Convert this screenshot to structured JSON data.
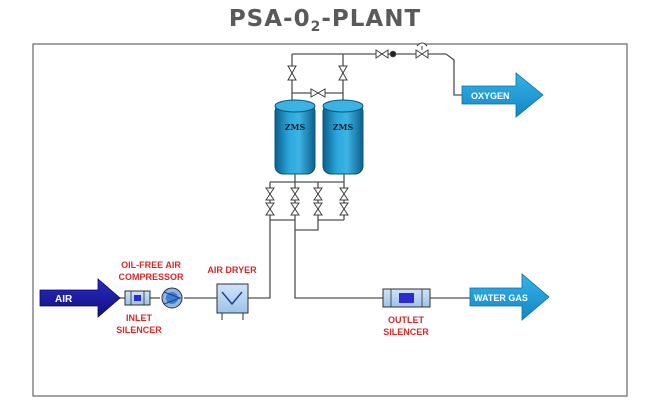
{
  "title": {
    "prefix": "PSA-0",
    "subscript": "2",
    "suffix": "-PLANT"
  },
  "labels": {
    "air": "AIR",
    "oxygen": "OXYGEN",
    "water_gas": "WATER GAS",
    "compressor_line1": "OIL-FREE AIR",
    "compressor_line2": "COMPRESSOR",
    "air_dryer": "AIR DRYER",
    "inlet_line1": "INLET",
    "inlet_line2": "SILENCER",
    "outlet_line1": "OUTLET",
    "outlet_line2": "SILENCER",
    "tank_left": "ZMS",
    "tank_right": "ZMS"
  },
  "colors": {
    "air_arrow": "#16169c",
    "product_arrow": "#1a9ad8",
    "tank": "#1f8fc4",
    "label_red": "#d32a2a",
    "pipe": "#505050"
  }
}
